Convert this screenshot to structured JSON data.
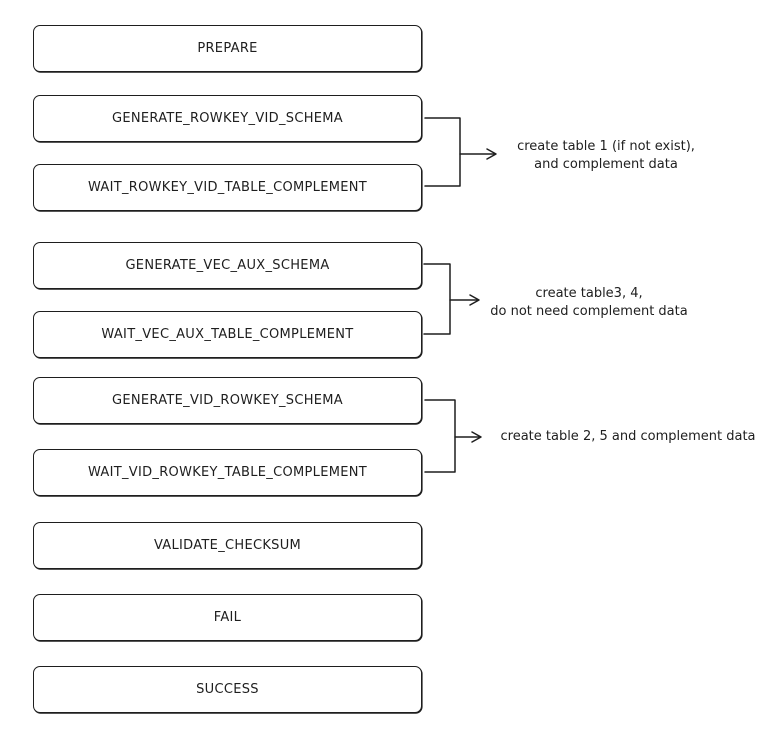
{
  "diagram": {
    "states": [
      {
        "id": "prepare",
        "label": "PREPARE"
      },
      {
        "id": "generate-rowkey-vid-schema",
        "label": "GENERATE_ROWKEY_VID_SCHEMA"
      },
      {
        "id": "wait-rowkey-vid-table-complement",
        "label": "WAIT_ROWKEY_VID_TABLE_COMPLEMENT"
      },
      {
        "id": "generate-vec-aux-schema",
        "label": "GENERATE_VEC_AUX_SCHEMA"
      },
      {
        "id": "wait-vec-aux-table-complement",
        "label": "WAIT_VEC_AUX_TABLE_COMPLEMENT"
      },
      {
        "id": "generate-vid-rowkey-schema",
        "label": "GENERATE_VID_ROWKEY_SCHEMA"
      },
      {
        "id": "wait-vid-rowkey-table-complement",
        "label": "WAIT_VID_ROWKEY_TABLE_COMPLEMENT"
      },
      {
        "id": "validate-checksum",
        "label": "VALIDATE_CHECKSUM"
      },
      {
        "id": "fail",
        "label": "FAIL"
      },
      {
        "id": "success",
        "label": "SUCCESS"
      }
    ],
    "annotations": [
      {
        "id": "note-rowkey-vid",
        "line1": "create table 1  (if not exist),",
        "line2": "and complement data"
      },
      {
        "id": "note-vec-aux",
        "line1": "create table3, 4,",
        "line2": "do not need complement data"
      },
      {
        "id": "note-vid-rowkey",
        "line1": "create table 2, 5 and complement data",
        "line2": ""
      }
    ],
    "stroke_color": "#1e1e1e",
    "background_color": "#ffffff"
  }
}
